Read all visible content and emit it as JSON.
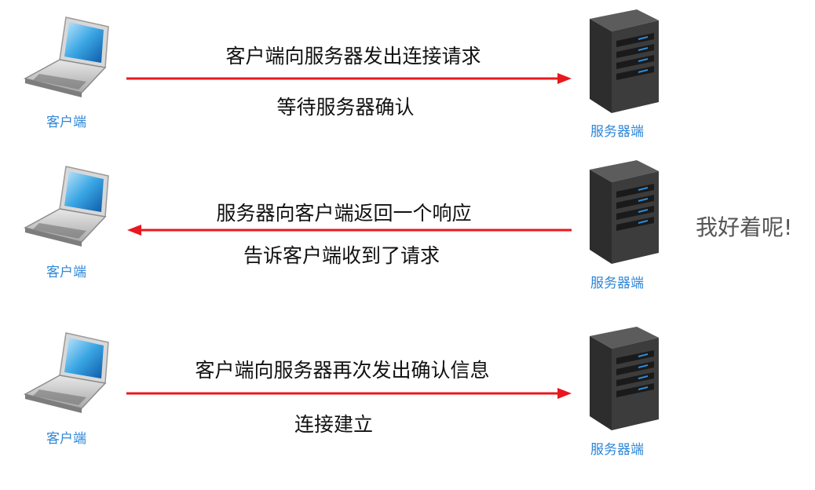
{
  "labels": {
    "client": "客户端",
    "server": "服务器端"
  },
  "steps": [
    {
      "top_text": "客户端向服务器发出连接请求",
      "bottom_text": "等待服务器确认",
      "direction": "to-server"
    },
    {
      "top_text": "服务器向客户端返回一个响应",
      "bottom_text": "告诉客户端收到了请求",
      "direction": "to-client"
    },
    {
      "top_text": "客户端向服务器再次发出确认信息",
      "bottom_text": "连接建立",
      "direction": "to-server"
    }
  ],
  "side_note": "我好着呢!",
  "colors": {
    "arrow": "#e8181e",
    "label": "#2e86d6",
    "text": "#111111",
    "note": "#555555"
  }
}
